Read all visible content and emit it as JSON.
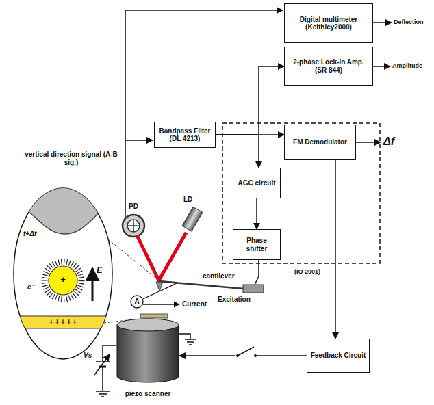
{
  "diagram": {
    "nodes": [
      {
        "text": [
          "Digital multimeter (Keithley2000)"
        ]
      },
      {
        "text": [
          "2-phase Lock-in Amp. (SR 844)"
        ]
      },
      {
        "text": [
          "Bandpass Filter (DL 4213)"
        ]
      },
      {
        "text": [
          "FM Demodulator"
        ]
      },
      {
        "text": [
          "AGC circuit"
        ]
      },
      {
        "text": [
          "Phase shifter"
        ]
      },
      {
        "text": [
          "Feedback Circuit"
        ]
      },
      {
        "text": [
          "piezo scanner"
        ]
      }
    ],
    "edges": [
      {
        "from": 2,
        "to": 3,
        "arrow": "to"
      },
      {
        "from": 2,
        "to": 1,
        "arrow": "to"
      },
      {
        "from": 2,
        "to": 4,
        "arrow": "to"
      },
      {
        "from": 4,
        "to": 5,
        "arrow": "to"
      },
      {
        "from": 3,
        "to": 6,
        "arrow": "to"
      },
      {
        "from": 6,
        "to": 7,
        "arrow": "to"
      }
    ],
    "labels": [
      "Deflection",
      "Amplitude",
      "Δf",
      "vertical direction signal (A-B sig.)",
      "PD",
      "LD",
      "cantilever",
      "Excitation",
      "A",
      "Current",
      "Vs",
      "f+Δf",
      "E",
      "e⁻",
      "+",
      "+ + + + +",
      "(IO 2001)"
    ]
  }
}
